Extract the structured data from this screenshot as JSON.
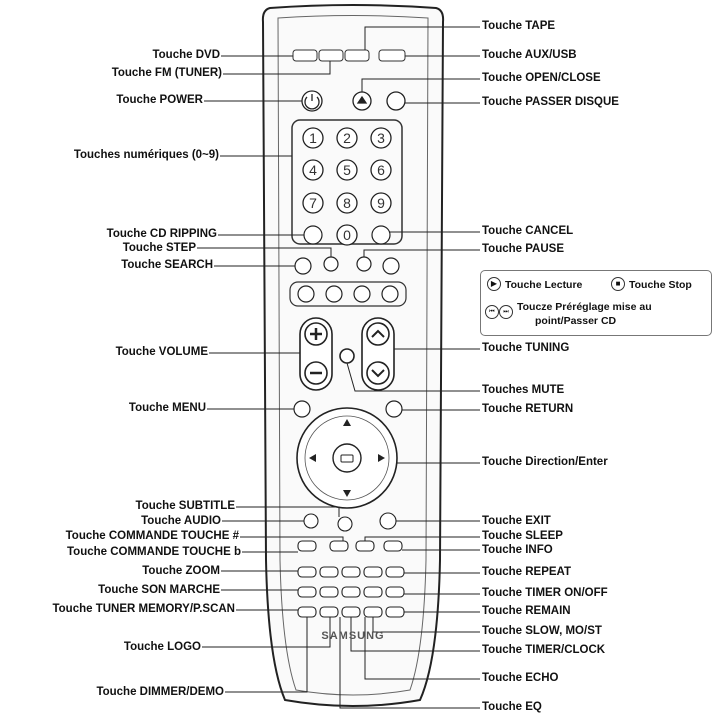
{
  "left_labels": [
    {
      "id": "dvd",
      "text": "Touche DVD"
    },
    {
      "id": "fm",
      "text": "Touche FM (TUNER)"
    },
    {
      "id": "power",
      "text": "Touche POWER"
    },
    {
      "id": "numeric",
      "text": "Touches numériques (0~9)"
    },
    {
      "id": "cd_ripping",
      "text": "Touche CD RIPPING"
    },
    {
      "id": "step",
      "text": "Touche STEP"
    },
    {
      "id": "search",
      "text": "Touche SEARCH"
    },
    {
      "id": "volume",
      "text": "Touche VOLUME"
    },
    {
      "id": "menu",
      "text": "Touche MENU"
    },
    {
      "id": "subtitle",
      "text": "Touche SUBTITLE"
    },
    {
      "id": "audio",
      "text": "Touche AUDIO"
    },
    {
      "id": "cmd_sharp",
      "text": "Touche COMMANDE TOUCHE #"
    },
    {
      "id": "cmd_b",
      "text": "Touche COMMANDE TOUCHE b"
    },
    {
      "id": "zoom",
      "text": "Touche ZOOM"
    },
    {
      "id": "son",
      "text": "Touche SON MARCHE"
    },
    {
      "id": "tuner_mem",
      "text": "Touche TUNER MEMORY/P.SCAN"
    },
    {
      "id": "logo",
      "text": "Touche LOGO"
    },
    {
      "id": "dimmer",
      "text": "Touche DIMMER/DEMO"
    }
  ],
  "right_labels": [
    {
      "id": "tape",
      "text": "Touche TAPE"
    },
    {
      "id": "aux",
      "text": "Touche AUX/USB"
    },
    {
      "id": "open",
      "text": "Touche OPEN/CLOSE"
    },
    {
      "id": "disc",
      "text": "Touche PASSER DISQUE"
    },
    {
      "id": "cancel",
      "text": "Touche CANCEL"
    },
    {
      "id": "pause",
      "text": "Touche PAUSE"
    },
    {
      "id": "tuning",
      "text": "Touche TUNING"
    },
    {
      "id": "mute",
      "text": "Touches  MUTE"
    },
    {
      "id": "return",
      "text": "Touche RETURN"
    },
    {
      "id": "direction",
      "text": "Touche Direction/Enter"
    },
    {
      "id": "exit",
      "text": "Touche EXIT"
    },
    {
      "id": "sleep",
      "text": "Touche SLEEP"
    },
    {
      "id": "info",
      "text": "Touche INFO"
    },
    {
      "id": "repeat",
      "text": "Touche REPEAT"
    },
    {
      "id": "timer_onoff",
      "text": "Touche TIMER ON/OFF"
    },
    {
      "id": "remain",
      "text": "Touche REMAIN"
    },
    {
      "id": "slow",
      "text": "Touche SLOW, MO/ST"
    },
    {
      "id": "timer_clock",
      "text": "Touche TIMER/CLOCK"
    },
    {
      "id": "echo",
      "text": "Touche ECHO"
    },
    {
      "id": "eq",
      "text": "Touche EQ"
    }
  ],
  "legend": {
    "play": "Touche Lecture",
    "stop": "Touche Stop",
    "skip_line1": "Toucze Préréglage mise au",
    "skip_line2": "point/Passer CD"
  },
  "numbers": [
    "1",
    "2",
    "3",
    "4",
    "5",
    "6",
    "7",
    "8",
    "9",
    "0"
  ],
  "brand": "SAMSUNG"
}
